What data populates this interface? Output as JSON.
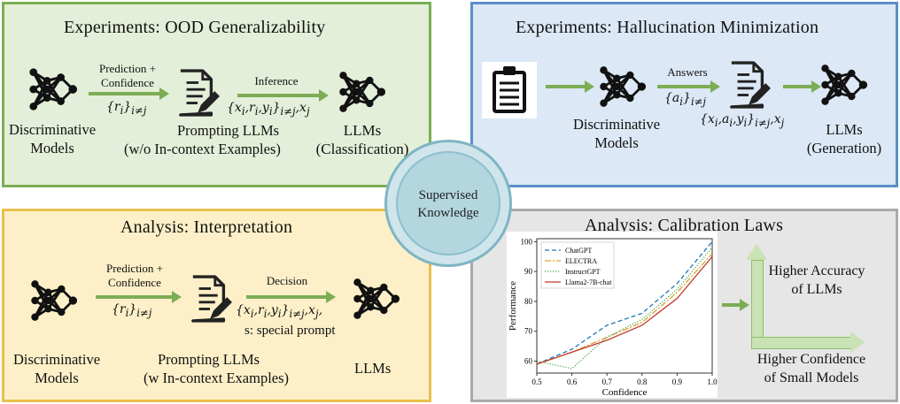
{
  "ood": {
    "title": "Experiments: OOD Generalizability",
    "disc_label_1": "Discriminative",
    "disc_label_2": "Models",
    "arrow1_top_1": "Prediction +",
    "arrow1_top_2": "Confidence",
    "arrow1_math": "{r_i}_{i≠j}",
    "prompting_label": "Prompting LLMs",
    "prompting_sub": "(w/o In-context Examples)",
    "arrow2_top": "Inference",
    "arrow2_math": "{x_i, r_i, y_i}_{i≠j}, x_j",
    "llm_label_1": "LLMs",
    "llm_label_2": "(Classification)"
  },
  "hal": {
    "title": "Experiments: Hallucination Minimization",
    "disc_label_1": "Discriminative",
    "disc_label_2": "Models",
    "arrow_top": "Answers",
    "arrow_math": "{a_i}_{i≠j}",
    "bottom_math": "{x_i, a_i, y_i}_{i≠j}, x_j",
    "llm_label_1": "LLMs",
    "llm_label_2": "(Generation)"
  },
  "interp": {
    "title": "Analysis: Interpretation",
    "disc_label_1": "Discriminative",
    "disc_label_2": "Models",
    "arrow1_top_1": "Prediction +",
    "arrow1_top_2": "Confidence",
    "arrow1_math": "{r_i}_{i≠j}",
    "arrow2_top": "Decision",
    "arrow2_math": "{x_i, r_i, y_i}_{i≠j}, x_j,",
    "special": "s: special prompt",
    "prompting_label": "Prompting LLMs",
    "prompting_sub": "(w In-context Examples)",
    "llm_label": "LLMs"
  },
  "center": {
    "line1": "Supervised",
    "line2": "Knowledge"
  },
  "calib": {
    "title": "Analysis: Calibration Laws",
    "acc_1": "Higher Accuracy",
    "acc_2": "of LLMs",
    "conf_1": "Higher Confidence",
    "conf_2": "of Small Models"
  },
  "colors": {
    "green": "#7cad54",
    "blue": "#5a8fc9",
    "yellow": "#e9c04a",
    "gray": "#a9a9a9"
  },
  "chart_data": {
    "type": "line",
    "title": "",
    "xlabel": "Confidence",
    "ylabel": "Performance",
    "xlim": [
      0.5,
      1.0
    ],
    "ylim": [
      56,
      101
    ],
    "x": [
      0.5,
      0.6,
      0.7,
      0.8,
      0.9,
      1.0
    ],
    "xticks": [
      "0.5",
      "0.6",
      "0.7",
      "0.8",
      "0.9",
      "1.0"
    ],
    "yticks": [
      60,
      70,
      80,
      90,
      100
    ],
    "legend": "top-left",
    "series": [
      {
        "name": "ChatGPT",
        "color": "#1f77b4",
        "dash": "5,3",
        "values": [
          59,
          64,
          72,
          76,
          86,
          100
        ]
      },
      {
        "name": "ELECTRA",
        "color": "#e0a030",
        "dash": "7,2,2,2",
        "values": [
          59,
          63,
          68,
          73,
          83,
          96
        ]
      },
      {
        "name": "InstructGPT",
        "color": "#2ca02c",
        "dash": "1,2",
        "values": [
          60,
          57.5,
          68,
          74,
          84,
          98
        ]
      },
      {
        "name": "Llama2-7B-chat",
        "color": "#c0392b",
        "dash": "",
        "values": [
          59,
          63,
          67,
          72,
          81,
          95
        ]
      }
    ]
  }
}
